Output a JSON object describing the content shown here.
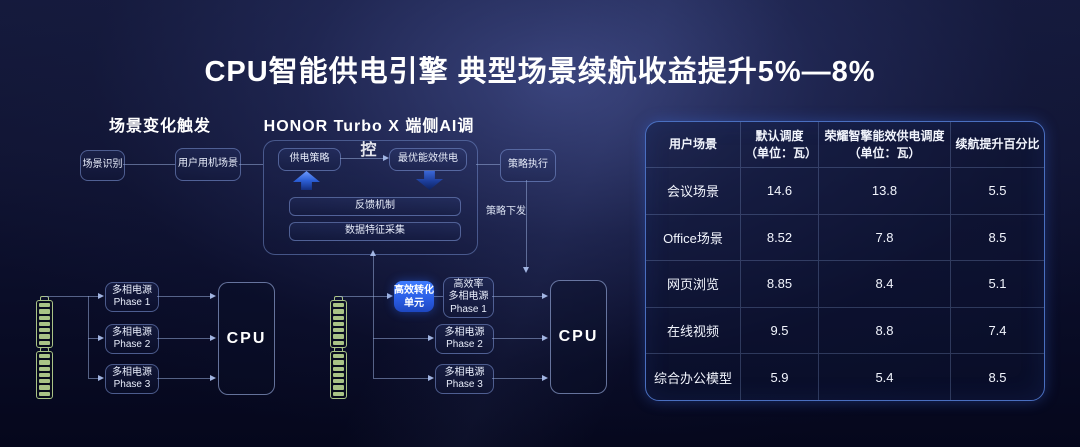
{
  "title": "CPU智能供电引擎  典型场景续航收益提升5%—8%",
  "colors": {
    "background_navy": "#0d1130",
    "accent_blue": "#2f6bff",
    "battery_green": "#a9c386",
    "table_border_blue": "#4a6fc0"
  },
  "flow": {
    "trigger_heading": "场景变化触发",
    "ai_heading": "HONOR Turbo X 端侧AI调控",
    "scene_recognition": "场景识别",
    "user_scenario": "用户用机场景",
    "power_strategy": "供电策略",
    "optimal_power": "最优能效供电",
    "feedback": "反馈机制",
    "data_collection": "数据特征采集",
    "strategy_execution": "策略执行",
    "strategy_dispatch": "策略下发"
  },
  "power_default": {
    "phase1": "多相电源\nPhase 1",
    "phase2": "多相电源\nPhase 2",
    "phase3": "多相电源\nPhase 3",
    "cpu": "CPU"
  },
  "power_honor": {
    "converter": "高效转化\n单元",
    "phase1": "高效率\n多相电源\nPhase 1",
    "phase2": "多相电源\nPhase 2",
    "phase3": "多相电源\nPhase 3",
    "cpu": "CPU"
  },
  "table": {
    "headers": [
      "用户场景",
      "默认调度\n（单位：瓦）",
      "荣耀智擎能效供电调度\n（单位：瓦）",
      "续航提升百分比"
    ],
    "rows": [
      {
        "scene": "会议场景",
        "default_w": "14.6",
        "honor_w": "13.8",
        "gain_pct": "5.5"
      },
      {
        "scene": "Office场景",
        "default_w": "8.52",
        "honor_w": "7.8",
        "gain_pct": "8.5"
      },
      {
        "scene": "网页浏览",
        "default_w": "8.85",
        "honor_w": "8.4",
        "gain_pct": "5.1"
      },
      {
        "scene": "在线视频",
        "default_w": "9.5",
        "honor_w": "8.8",
        "gain_pct": "7.4"
      },
      {
        "scene": "综合办公模型",
        "default_w": "5.9",
        "honor_w": "5.4",
        "gain_pct": "8.5"
      }
    ]
  }
}
